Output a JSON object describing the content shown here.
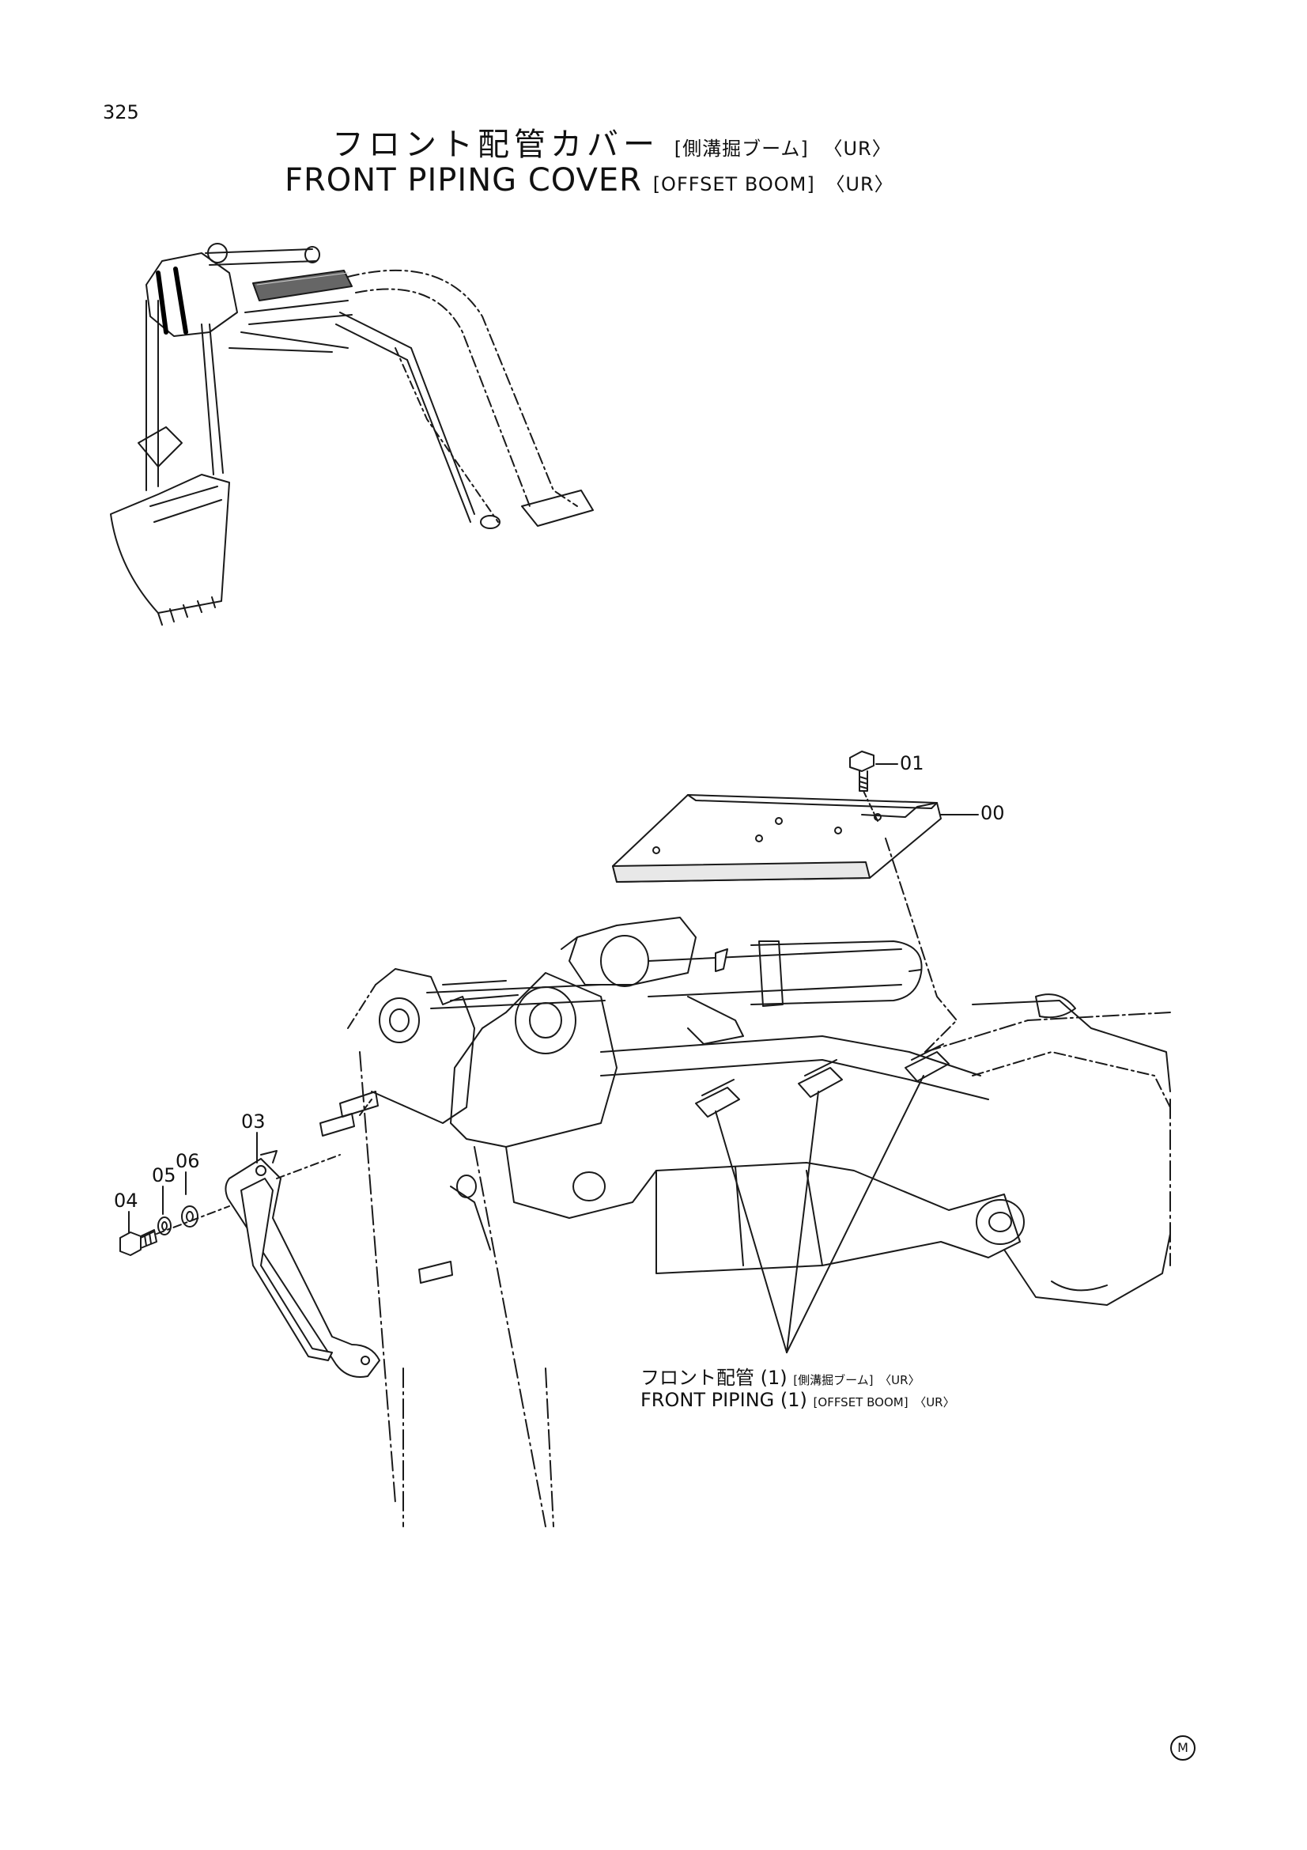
{
  "page_number": "325",
  "title": {
    "jp_main": "フロント配管カバー",
    "jp_sub": "[側溝掘ブーム]",
    "jp_tag": "〈UR〉",
    "en_main": "FRONT PIPING COVER",
    "en_sub": "[OFFSET BOOM]",
    "en_tag": "〈UR〉"
  },
  "callouts": {
    "c00": "00",
    "c01": "01",
    "c03": "03",
    "c04": "04",
    "c05": "05",
    "c06": "06"
  },
  "piping_label": {
    "jp_main": "フロント配管 (1)",
    "jp_sub": "[側溝掘ブーム]",
    "jp_tag": "〈UR〉",
    "en_main": "FRONT PIPING (1)",
    "en_sub": "[OFFSET BOOM]",
    "en_tag": "〈UR〉"
  },
  "corner_mark": "M"
}
